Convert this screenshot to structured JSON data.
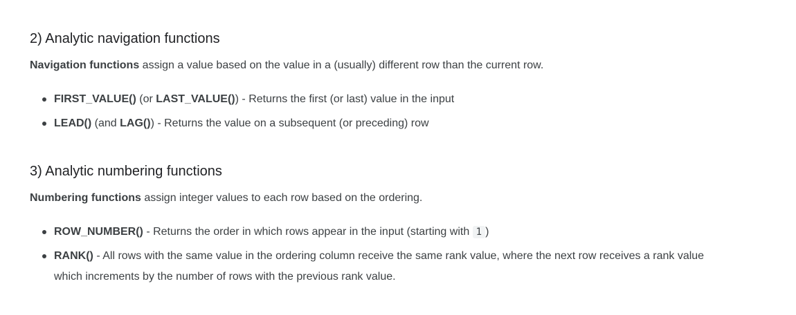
{
  "sections": [
    {
      "heading": "2) Analytic navigation functions",
      "desc_bold": "Navigation functions",
      "desc_rest": " assign a value based on the value in a (usually) different row than the current row.",
      "items": [
        {
          "b1": "FIRST_VALUE()",
          "t1": " (or ",
          "b2": "LAST_VALUE()",
          "t2": ") - Returns the first (or last) value in the input"
        },
        {
          "b1": "LEAD()",
          "t1": " (and ",
          "b2": "LAG()",
          "t2": ") - Returns the value on a subsequent (or preceding) row"
        }
      ]
    },
    {
      "heading": "3) Analytic numbering functions",
      "desc_bold": "Numbering functions",
      "desc_rest": " assign integer values to each row based on the ordering.",
      "items": [
        {
          "b1": "ROW_NUMBER()",
          "t1": " - Returns the order in which rows appear in the input (starting with ",
          "code": "1",
          "t2": ")"
        },
        {
          "b1": "RANK()",
          "t1": " - All rows with the same value in the ordering column receive the same rank value, where the next row receives a rank value which increments by the number of rows with the previous rank value."
        }
      ]
    }
  ]
}
